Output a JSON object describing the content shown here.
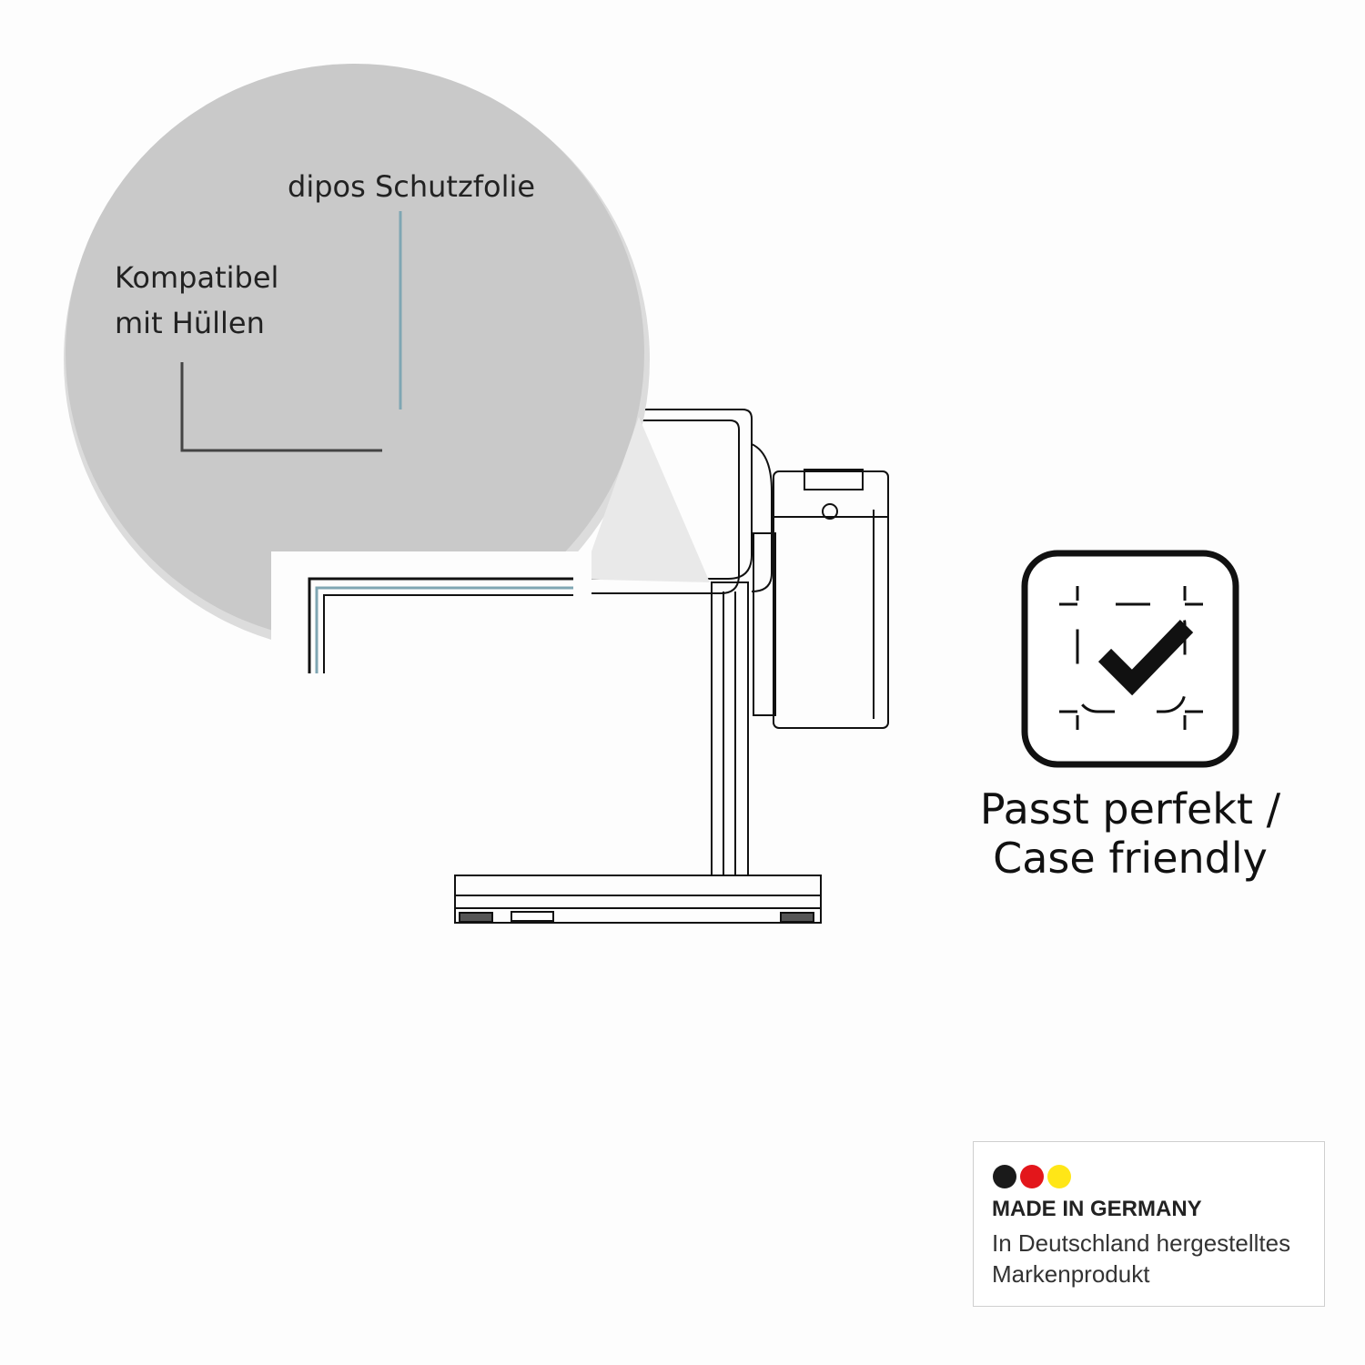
{
  "callouts": {
    "protective_film": "dipos Schutzfolie",
    "case_compatible_line1": "Kompatibel",
    "case_compatible_line2": "mit Hüllen"
  },
  "feature": {
    "caption_line1": "Passt perfekt /",
    "caption_line2": "Case friendly",
    "icon": "checkmark-in-frame-icon"
  },
  "badge": {
    "flag_colors": [
      "#1a1a1a",
      "#e3161b",
      "#ffe617"
    ],
    "title": "MADE IN GERMANY",
    "subtitle_line1": "In Deutschland hergestelltes",
    "subtitle_line2": "Markenprodukt"
  },
  "colors": {
    "zoom_circle": "#c8c8c8",
    "film_line": "#7fa6b3",
    "outline": "#111111"
  }
}
